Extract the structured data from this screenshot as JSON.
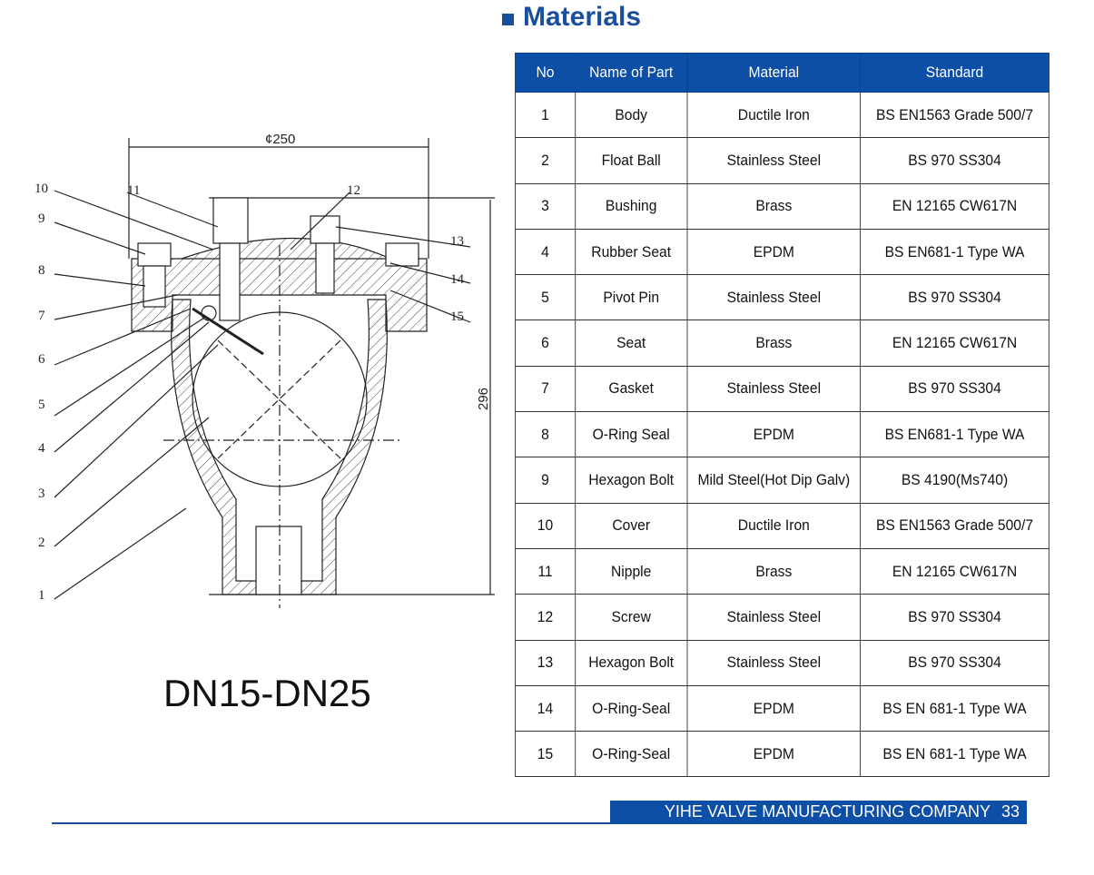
{
  "section_title": "Materials",
  "table": {
    "headers": [
      "No",
      "Name of Part",
      "Material",
      "Standard"
    ],
    "rows": [
      [
        "1",
        "Body",
        "Ductile Iron",
        "BS EN1563 Grade 500/7"
      ],
      [
        "2",
        "Float Ball",
        "Stainless Steel",
        "BS 970 SS304"
      ],
      [
        "3",
        "Bushing",
        "Brass",
        "EN 12165 CW617N"
      ],
      [
        "4",
        "Rubber Seat",
        "EPDM",
        "BS EN681-1 Type WA"
      ],
      [
        "5",
        "Pivot Pin",
        "Stainless Steel",
        "BS 970 SS304"
      ],
      [
        "6",
        "Seat",
        "Brass",
        "EN 12165 CW617N"
      ],
      [
        "7",
        "Gasket",
        "Stainless Steel",
        "BS 970 SS304"
      ],
      [
        "8",
        "O-Ring Seal",
        "EPDM",
        "BS EN681-1 Type WA"
      ],
      [
        "9",
        "Hexagon Bolt",
        "Mild Steel(Hot Dip Galv)",
        "BS 4190(Ms740)"
      ],
      [
        "10",
        "Cover",
        "Ductile Iron",
        "BS EN1563 Grade 500/7"
      ],
      [
        "11",
        "Nipple",
        "Brass",
        "EN 12165 CW617N"
      ],
      [
        "12",
        "Screw",
        "Stainless Steel",
        "BS 970 SS304"
      ],
      [
        "13",
        "Hexagon Bolt",
        "Stainless Steel",
        "BS 970 SS304"
      ],
      [
        "14",
        "O-Ring-Seal",
        "EPDM",
        "BS EN 681-1 Type WA"
      ],
      [
        "15",
        "O-Ring-Seal",
        "EPDM",
        "BS EN 681-1 Type WA"
      ]
    ]
  },
  "drawing": {
    "width_dim": "¢250",
    "height_dim": "296",
    "callouts": [
      "1",
      "2",
      "3",
      "4",
      "5",
      "6",
      "7",
      "8",
      "9",
      "10",
      "11",
      "12",
      "13",
      "14",
      "15"
    ]
  },
  "model_label": "DN15-DN25",
  "footer": {
    "company": "YIHE VALVE MANUFACTURING COMPANY",
    "page": "33"
  },
  "colors": {
    "brand_blue": "#0d4ea6"
  }
}
